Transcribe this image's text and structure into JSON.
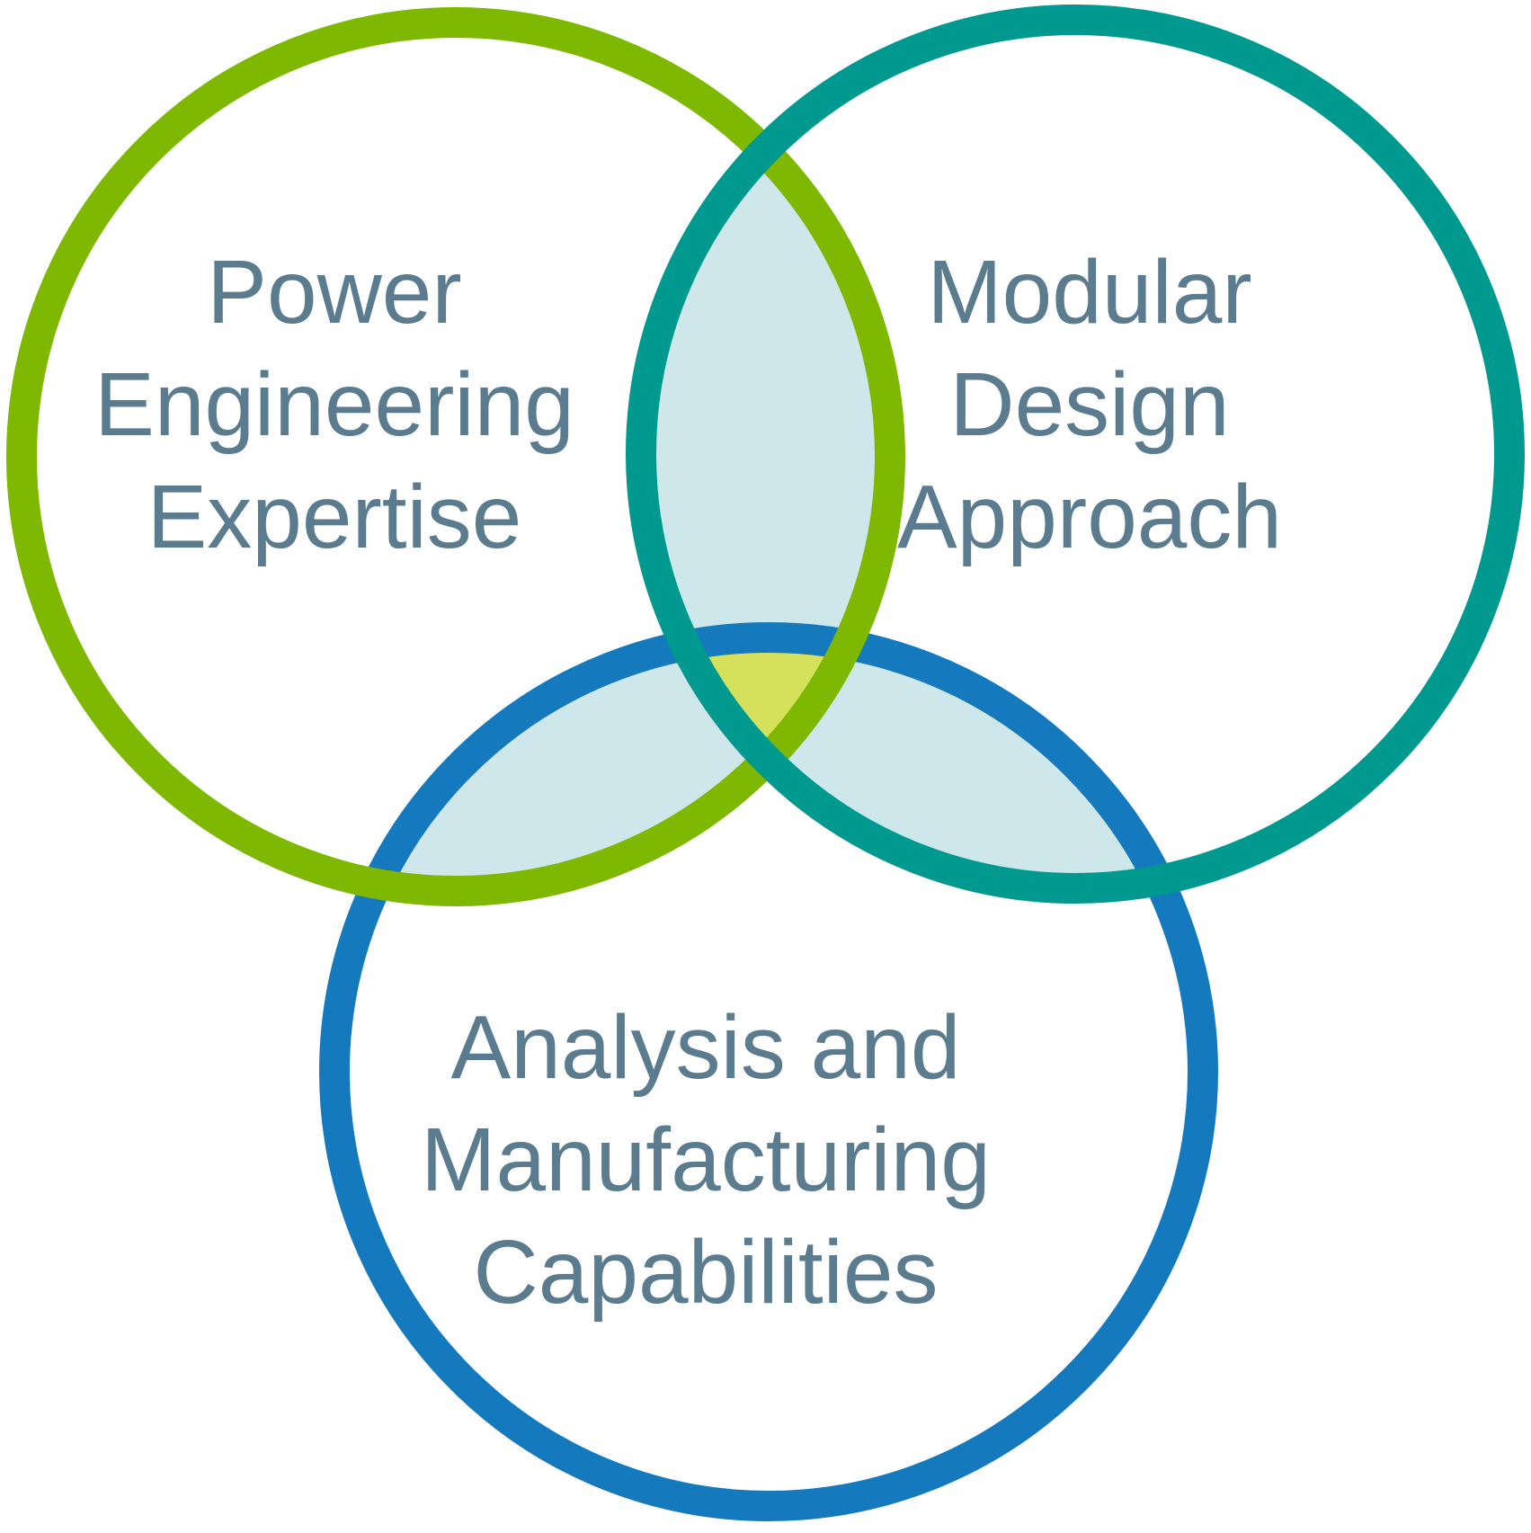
{
  "diagram": {
    "type": "venn",
    "title": "",
    "background": "#ffffff",
    "text_color": "#5b7b8e",
    "overlap_fill": "#cee7ea",
    "center_fill": "#d5e15b",
    "circles": [
      {
        "id": "power-engineering-expertise",
        "label": "Power Engineering Expertise",
        "label_lines": [
          "Power",
          "Engineering",
          "Expertise"
        ],
        "color": "#7eb800",
        "position": "top-left"
      },
      {
        "id": "modular-design-approach",
        "label": "Modular Design Approach",
        "label_lines": [
          "Modular",
          "Design",
          "Approach"
        ],
        "color": "#00998f",
        "position": "top-right"
      },
      {
        "id": "analysis-manufacturing-capabilities",
        "label": "Analysis and Manufacturing Capabilities",
        "label_lines": [
          "Analysis and",
          "Manufacturing",
          "Capabilities"
        ],
        "color": "#147abd",
        "position": "bottom"
      }
    ]
  }
}
